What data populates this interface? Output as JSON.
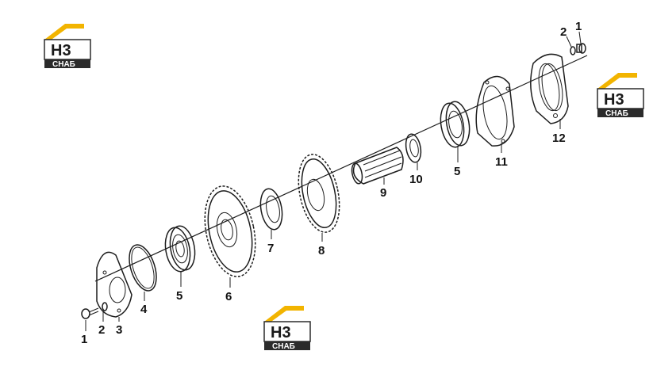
{
  "diagram": {
    "callouts": [
      {
        "id": "c1a",
        "label": "1"
      },
      {
        "id": "c2a",
        "label": "2"
      },
      {
        "id": "c3",
        "label": "3"
      },
      {
        "id": "c4",
        "label": "4"
      },
      {
        "id": "c5a",
        "label": "5"
      },
      {
        "id": "c6",
        "label": "6"
      },
      {
        "id": "c7",
        "label": "7"
      },
      {
        "id": "c8",
        "label": "8"
      },
      {
        "id": "c9",
        "label": "9"
      },
      {
        "id": "c10",
        "label": "10"
      },
      {
        "id": "c5b",
        "label": "5"
      },
      {
        "id": "c11",
        "label": "11"
      },
      {
        "id": "c12",
        "label": "12"
      },
      {
        "id": "c2b",
        "label": "2"
      },
      {
        "id": "c1b",
        "label": "1"
      }
    ]
  },
  "watermarks": [
    {
      "monogram": "H3",
      "caption": "СНАБ"
    },
    {
      "monogram": "H3",
      "caption": "СНАБ"
    },
    {
      "monogram": "H3",
      "caption": "СНАБ"
    }
  ],
  "colors": {
    "logo_accent": "#f2b400",
    "logo_dark": "#2b2b2b",
    "line": "#1c1c1c"
  }
}
